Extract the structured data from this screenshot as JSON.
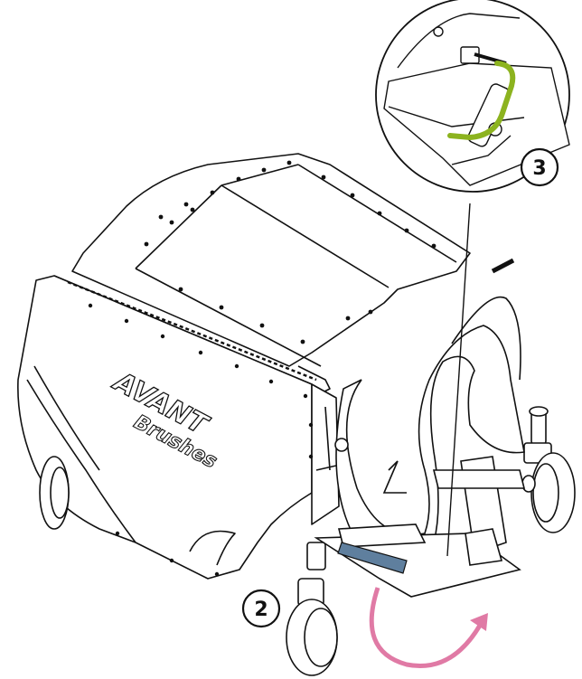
{
  "brand": {
    "logo_text": "AVANT",
    "logo_subtext": "Brushes"
  },
  "callouts": [
    {
      "id": "callout-2",
      "label": "2"
    },
    {
      "id": "callout-3",
      "label": "3"
    }
  ],
  "colors": {
    "line": "#111111",
    "fill": "#ffffff",
    "highlight_green": "#8cb31f",
    "highlight_blue": "#5f7f9e",
    "arrow_pink": "#e07aa5"
  }
}
